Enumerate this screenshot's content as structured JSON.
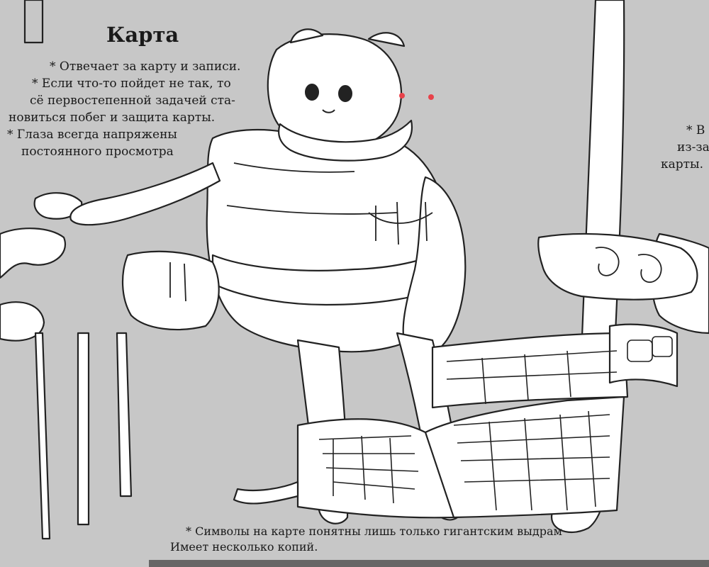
{
  "title": "Карта",
  "left_notes": [
    "* Отвечает за карту и записи.",
    "* Если что-то пойдет не так, то",
    "сё первостепенной задачей ста-",
    "новиться побег и защита карты.",
    "* Глаза всегда напряжены",
    "постоянного просмотра"
  ],
  "right_notes": [
    "* В",
    "из-за",
    "карты."
  ],
  "caption": [
    "* Символы на карте понятны лишь только гигантским выдрам",
    "Имеет несколько копий."
  ],
  "colors": {
    "background": "#c7c7c7",
    "eye_accent": "#e8424a",
    "bottom_bar": "#666666"
  }
}
